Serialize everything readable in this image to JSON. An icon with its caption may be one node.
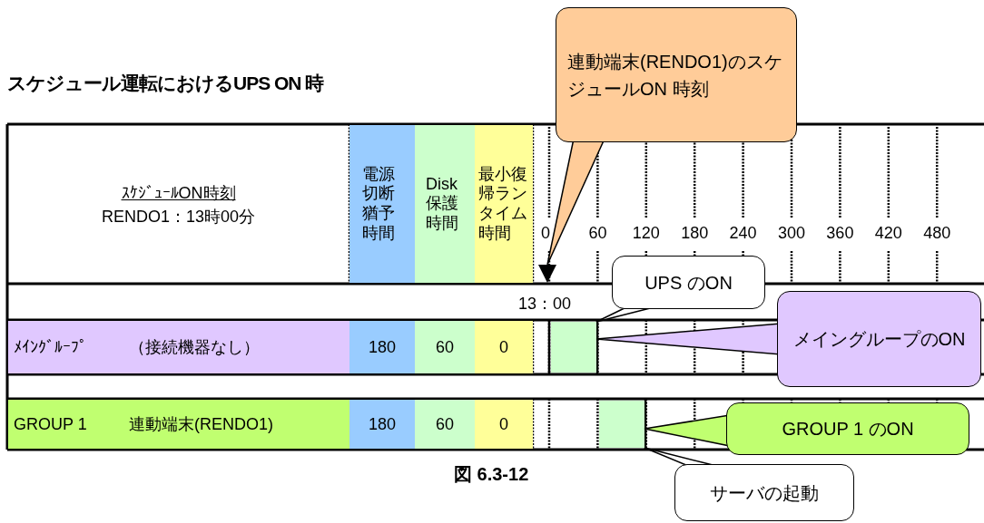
{
  "diagram": {
    "title": "スケジュール運転におけるUPS ON 時",
    "caption": "図 6.3-12",
    "nodes": [
      {
        "text": [
          "連動端末(RENDO1)のスケジュールON 時刻"
        ]
      },
      {
        "text": [
          "UPS のON"
        ]
      },
      {
        "text": [
          "メイングループのON"
        ]
      },
      {
        "text": [
          "GROUP 1 のON"
        ]
      },
      {
        "text": [
          "サーバの起動"
        ]
      },
      {
        "text": [],
        "shape": "bar"
      },
      {
        "text": [],
        "shape": "bar"
      },
      {
        "text": [],
        "shape": "triangle"
      }
    ],
    "edges": [
      {
        "from": 0,
        "to": 7,
        "arrow": "none"
      },
      {
        "from": 1,
        "to": 5,
        "arrow": "none"
      },
      {
        "from": 2,
        "to": 5,
        "arrow": "none"
      },
      {
        "from": 3,
        "to": 6,
        "arrow": "none"
      },
      {
        "from": 4,
        "to": 6,
        "arrow": "none"
      }
    ],
    "labels": [
      "ｽｹｼﾞｭｰﾙON時刻",
      "RENDO1：13時00分",
      "電源切断猶予時間",
      "Disk保護時間",
      "最小復帰ランタイム時間",
      "0",
      "60",
      "120",
      "180",
      "240",
      "300",
      "360",
      "420",
      "480",
      "13：00",
      "ﾒｲﾝｸﾞﾙｰﾌﾟ",
      "（接続機器なし）",
      "180",
      "60",
      "0",
      "GROUP 1",
      "連動端末(RENDO1)",
      "180",
      "60",
      "0"
    ]
  }
}
